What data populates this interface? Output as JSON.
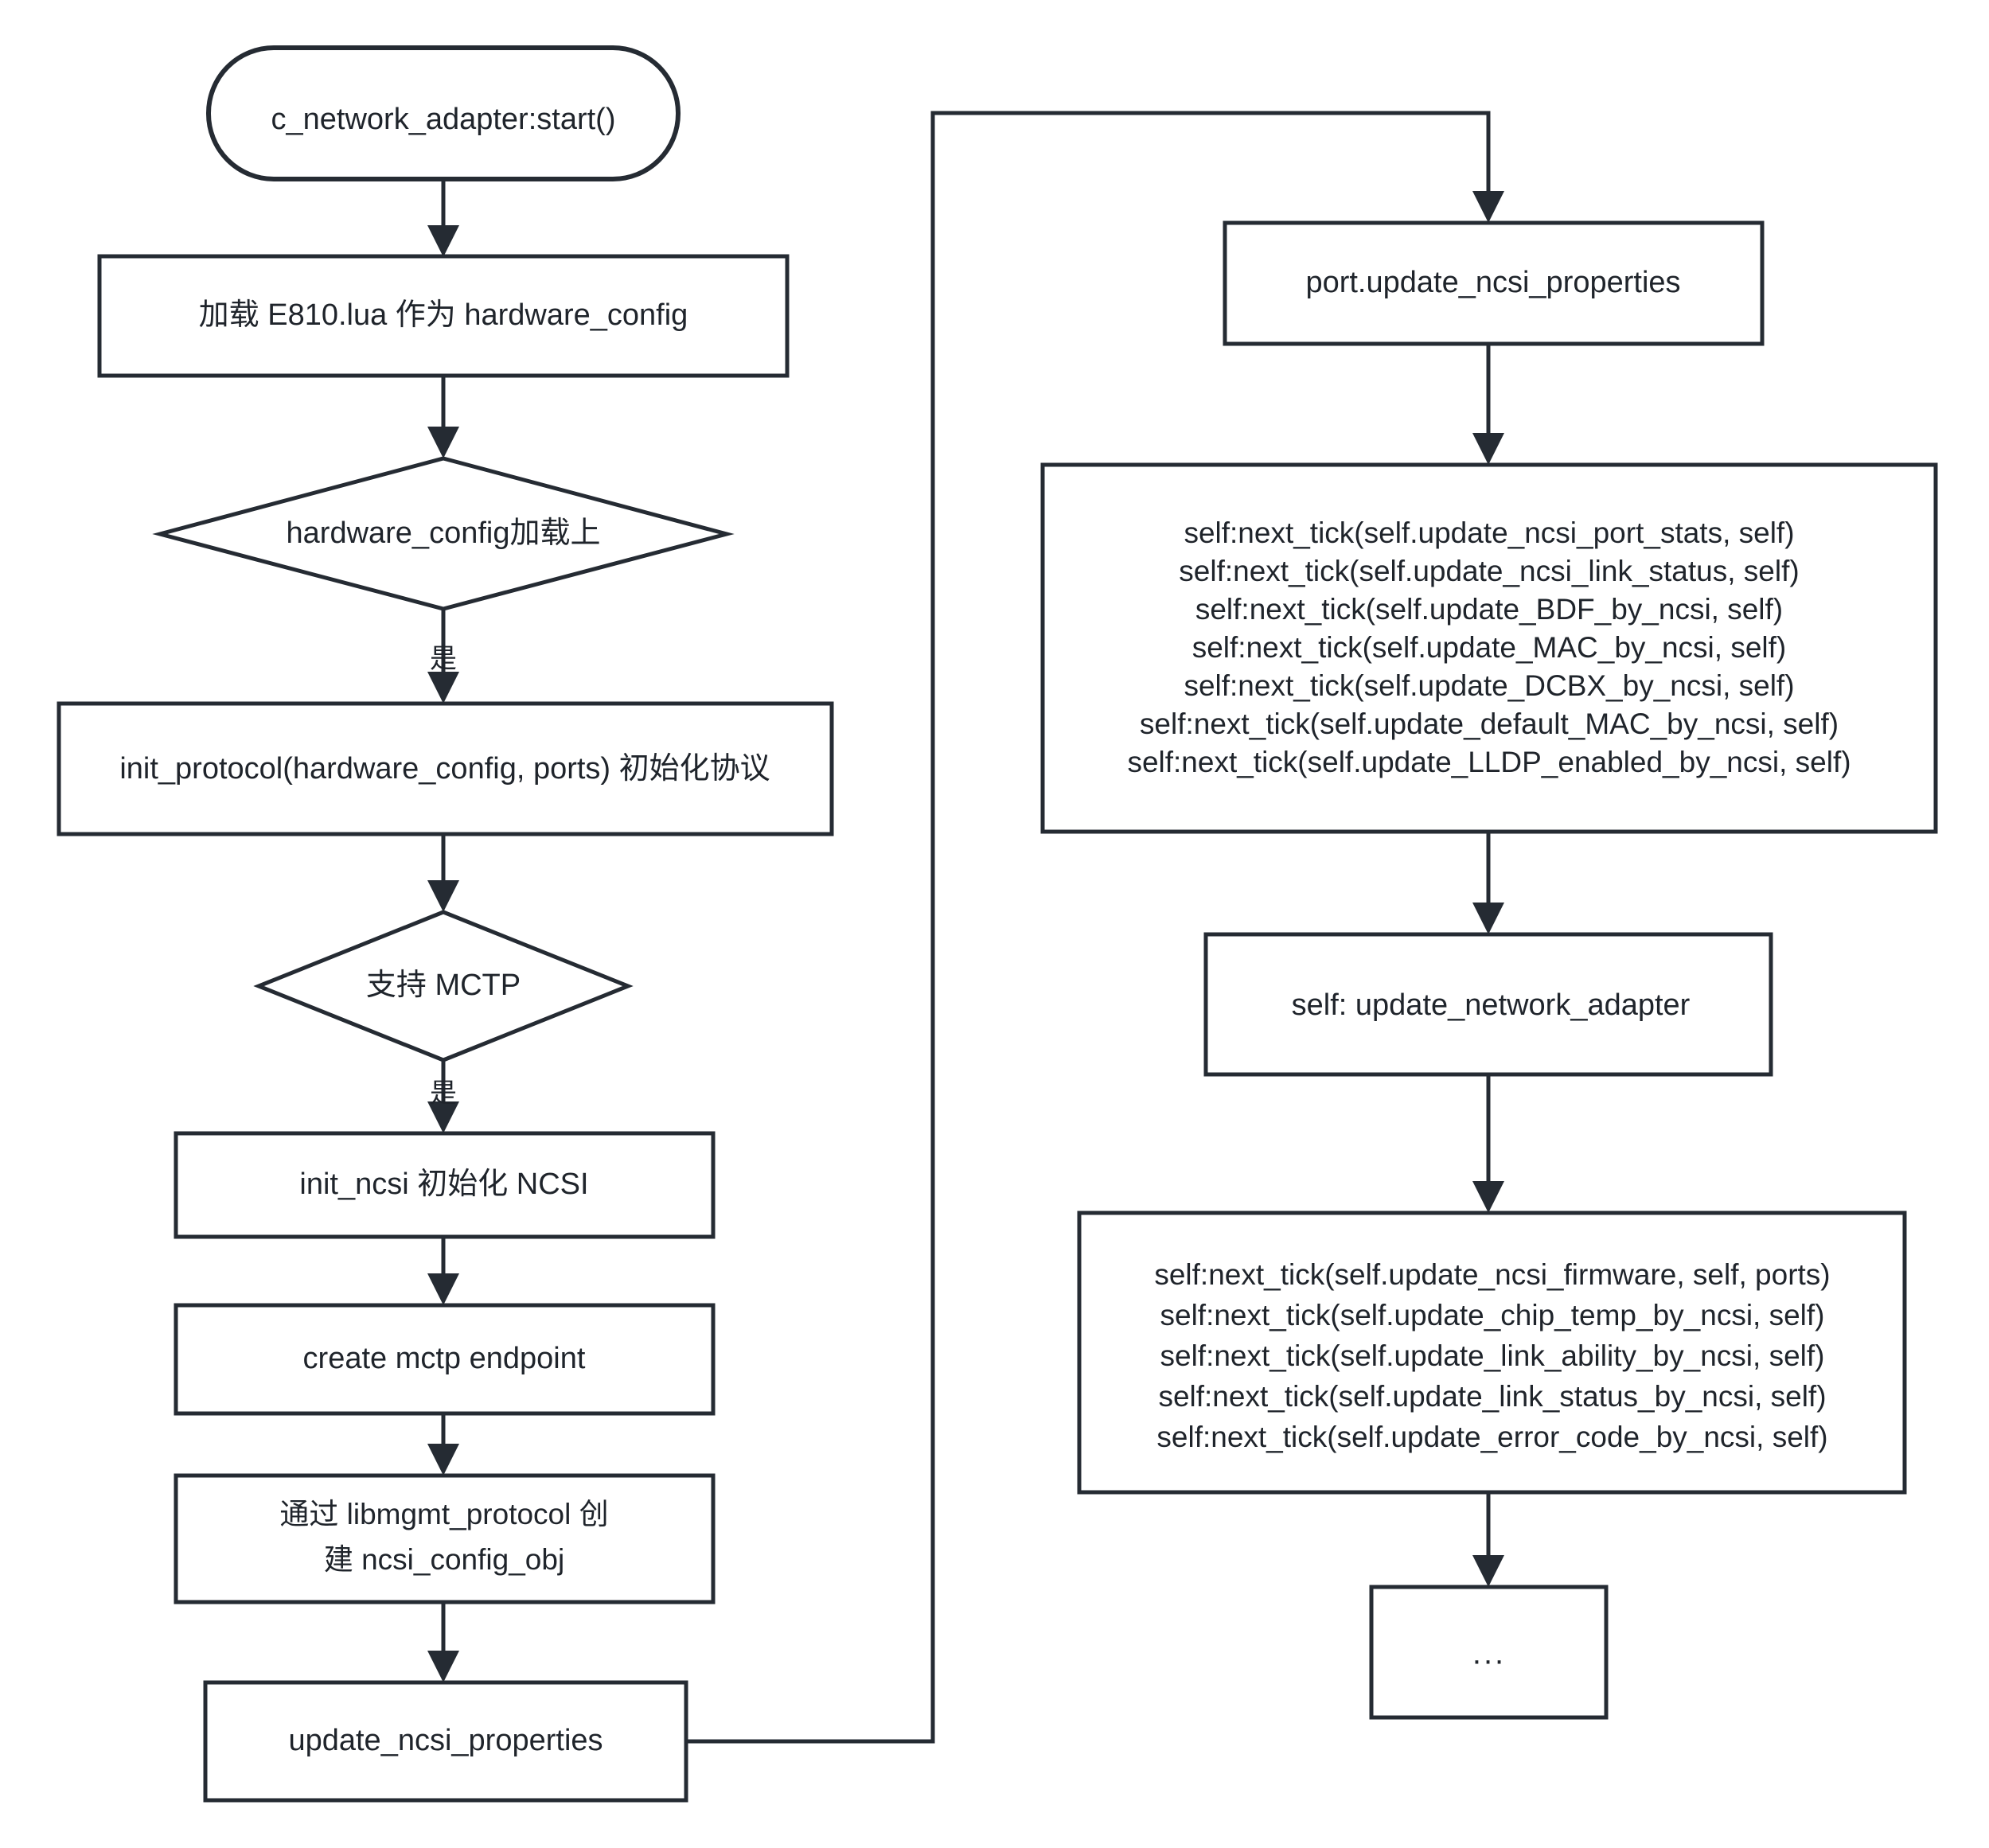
{
  "diagram": {
    "title": "c_network_adapter start flow",
    "colors": {
      "stroke": "#252b33",
      "fill": "#ffffff",
      "text": "#1f242b",
      "background": "#ffffff"
    },
    "nodes": {
      "start": {
        "label": "c_network_adapter:start()",
        "shape": "terminal"
      },
      "load_hw_config": {
        "label": "加载 E810.lua 作为 hardware_config",
        "shape": "process"
      },
      "decide_hw_config": {
        "label": "hardware_config加载上",
        "shape": "decision"
      },
      "init_protocol": {
        "label": "init_protocol(hardware_config, ports) 初始化协议",
        "shape": "process"
      },
      "decide_mctp": {
        "label": "支持 MCTP",
        "shape": "decision"
      },
      "init_ncsi": {
        "label": "init_ncsi 初始化 NCSI",
        "shape": "process"
      },
      "create_mctp_endpoint": {
        "label": "create mctp endpoint",
        "shape": "process"
      },
      "create_ncsi_config_obj": {
        "shape": "process",
        "lines": [
          "通过 libmgmt_protocol 创",
          "建 ncsi_config_obj"
        ]
      },
      "update_ncsi_properties": {
        "label": "update_ncsi_properties",
        "shape": "process"
      },
      "port_update_ncsi_properties": {
        "label": "port.update_ncsi_properties",
        "shape": "process"
      },
      "next_tick_block_1": {
        "shape": "process",
        "lines": [
          "self:next_tick(self.update_ncsi_port_stats, self)",
          "self:next_tick(self.update_ncsi_link_status, self)",
          "self:next_tick(self.update_BDF_by_ncsi, self)",
          "self:next_tick(self.update_MAC_by_ncsi, self)",
          "self:next_tick(self.update_DCBX_by_ncsi, self)",
          "self:next_tick(self.update_default_MAC_by_ncsi, self)",
          "self:next_tick(self.update_LLDP_enabled_by_ncsi, self)"
        ]
      },
      "self_update_network_adapter": {
        "label": "self: update_network_adapter",
        "shape": "process"
      },
      "next_tick_block_2": {
        "shape": "process",
        "lines": [
          "self:next_tick(self.update_ncsi_firmware, self, ports)",
          "self:next_tick(self.update_chip_temp_by_ncsi, self)",
          "self:next_tick(self.update_link_ability_by_ncsi, self)",
          "self:next_tick(self.update_link_status_by_ncsi, self)",
          "self:next_tick(self.update_error_code_by_ncsi, self)"
        ]
      },
      "more": {
        "label": "...",
        "shape": "process"
      }
    },
    "edge_labels": {
      "hw_config_yes": "是",
      "mctp_yes": "是"
    }
  }
}
